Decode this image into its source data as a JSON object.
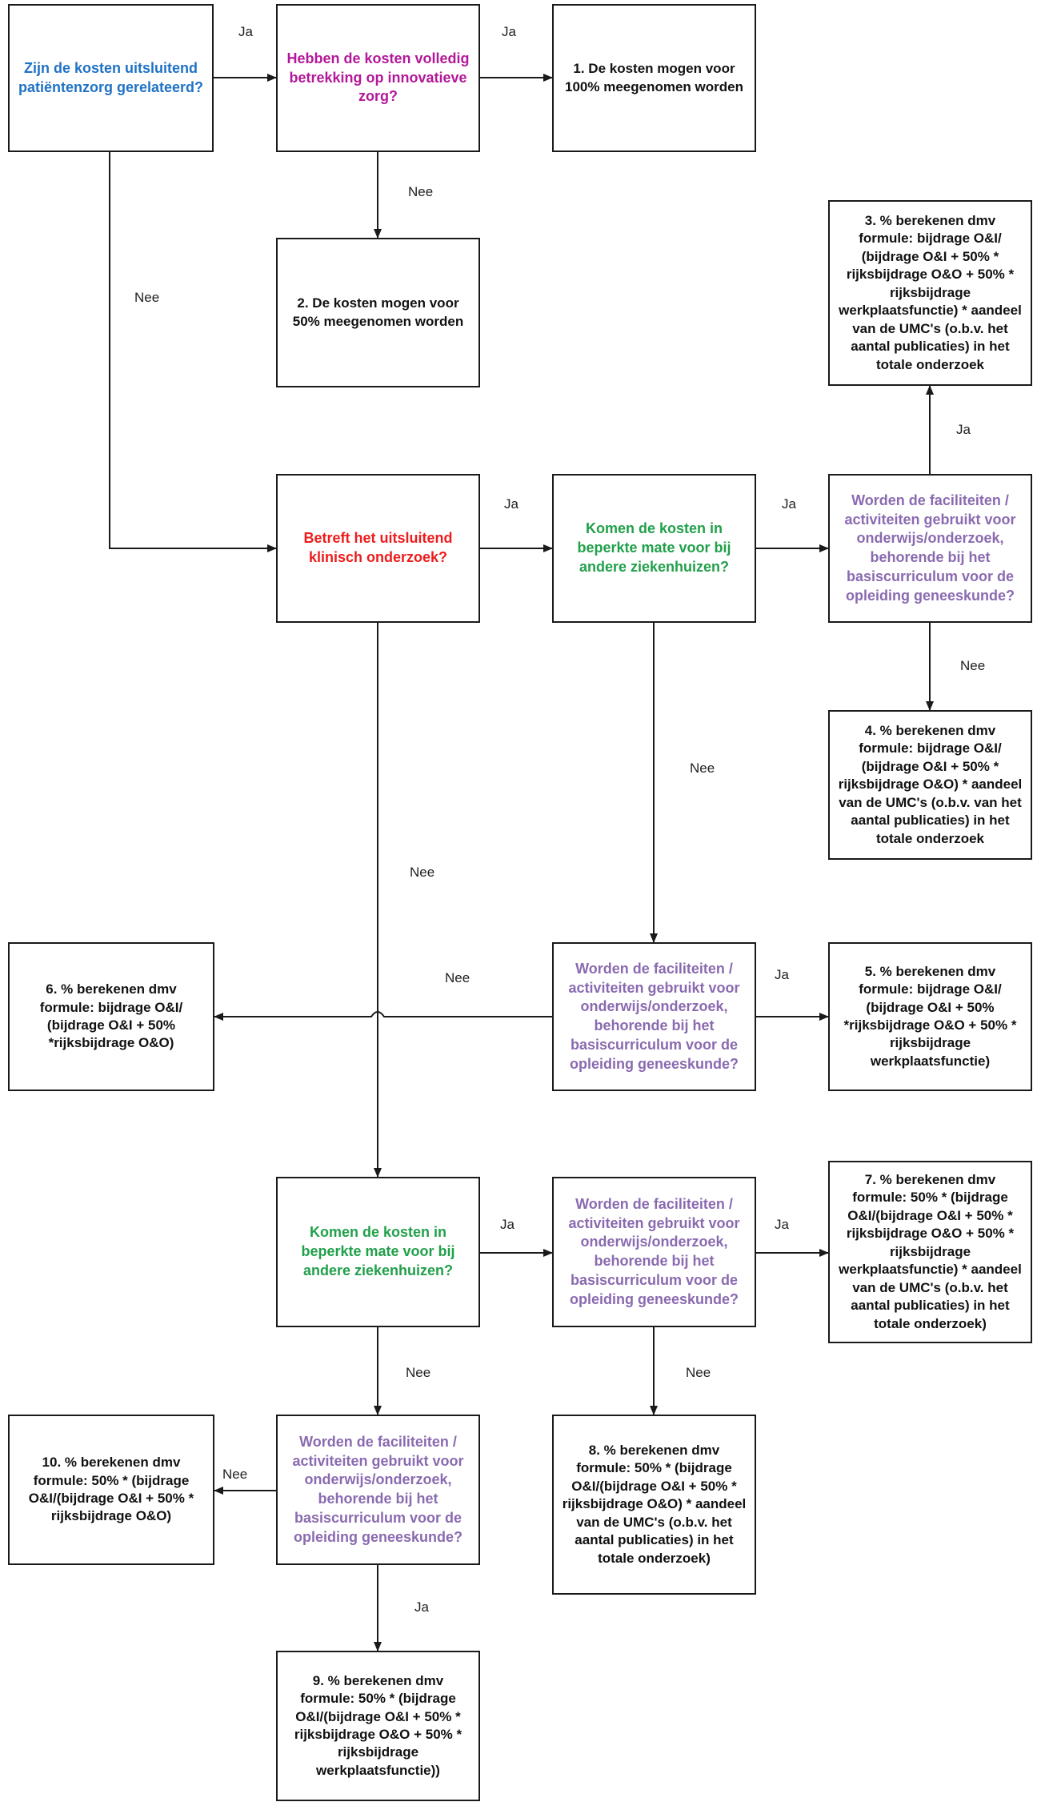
{
  "colors": {
    "line": "#1a1a1a",
    "blue": "#1f72c6",
    "magenta": "#b3189a",
    "red": "#ee1c1c",
    "green": "#21a04a",
    "purple": "#8a6ab0",
    "black": "#111111"
  },
  "nodes": {
    "q_patient": "Zijn de kosten uitsluitend\npatiëntenzorg gerelateerd?",
    "q_innovative": "Hebben de kosten volledig\nbetrekking op innovatieve\nzorg?",
    "r1": "1. De kosten mogen voor\n100% meegenomen worden",
    "r2": "2. De kosten mogen voor\n50% meegenomen worden",
    "r3": "3. % berekenen dmv\nformule: bijdrage O&I/\n(bijdrage O&I + 50% *\nrijksbijdrage O&O + 50% *\nrijksbijdrage\nwerkplaatsfunctie) * aandeel\nvan de UMC's (o.b.v. het\naantal publicaties) in het\ntotale onderzoek",
    "q_clinical": "Betreft het uitsluitend\nklinisch onderzoek?",
    "q_other_hosp_1": "Komen de kosten in\nbeperkte mate voor bij\nandere ziekenhuizen?",
    "q_fac_1": "Worden de faciliteiten /\nactiviteiten gebruikt voor\nonderwijs/onderzoek,\nbehorende bij het\nbasiscurriculum voor de\nopleiding geneeskunde?",
    "r4": "4. % berekenen dmv\nformule: bijdrage O&I/\n(bijdrage O&I + 50% *\nrijksbijdrage O&O) * aandeel\nvan de UMC's (o.b.v. van het\naantal publicaties) in het\ntotale onderzoek",
    "r6": "6. % berekenen dmv\nformule: bijdrage O&I/\n(bijdrage O&I + 50%\n*rijksbijdrage O&O)",
    "q_fac_2": "Worden de faciliteiten /\nactiviteiten gebruikt voor\nonderwijs/onderzoek,\nbehorende bij het\nbasiscurriculum voor de\nopleiding geneeskunde?",
    "r5": "5. % berekenen dmv\nformule: bijdrage O&I/\n(bijdrage O&I + 50%\n*rijksbijdrage O&O + 50% *\nrijksbijdrage\nwerkplaatsfunctie)",
    "q_other_hosp_2": "Komen de kosten in\nbeperkte mate voor bij\nandere ziekenhuizen?",
    "q_fac_3": "Worden de faciliteiten /\nactiviteiten gebruikt voor\nonderwijs/onderzoek,\nbehorende bij het\nbasiscurriculum voor de\nopleiding geneeskunde?",
    "r7": "7. % berekenen dmv\nformule: 50% * (bijdrage\nO&I/(bijdrage O&I + 50% *\nrijksbijdrage O&O + 50% *\nrijksbijdrage\nwerkplaatsfunctie) * aandeel\nvan de UMC's (o.b.v. het\naantal publicaties) in het\ntotale onderzoek)",
    "q_fac_4": "Worden de faciliteiten /\nactiviteiten gebruikt voor\nonderwijs/onderzoek,\nbehorende bij het\nbasiscurriculum voor de\nopleiding geneeskunde?",
    "r8": "8. % berekenen dmv\nformule: 50% * (bijdrage\nO&I/(bijdrage O&I + 50% *\nrijksbijdrage O&O) * aandeel\nvan de UMC's (o.b.v. het\naantal publicaties) in het\ntotale onderzoek)",
    "r10": "10. % berekenen dmv\nformule: 50% * (bijdrage\nO&I/(bijdrage O&I + 50% *\nrijksbijdrage O&O)",
    "r9": "9. % berekenen dmv\nformule: 50% * (bijdrage\nO&I/(bijdrage O&I + 50% *\nrijksbijdrage O&O + 50% *\nrijksbijdrage\nwerkplaatsfunctie))"
  },
  "edge_labels": {
    "patient_innovative": "Ja",
    "innovative_r1": "Ja",
    "innovative_r2": "Nee",
    "patient_clinical": "Nee",
    "r3_link": "Ja",
    "clinical_hosp1": "Ja",
    "hosp1_fac1": "Ja",
    "fac1_r4": "Nee",
    "hosp1_fac2": "Nee",
    "clinical_hosp2": "Nee",
    "fac2_r6": "Nee",
    "fac2_r5": "Ja",
    "hosp2_fac3": "Ja",
    "fac3_r7": "Ja",
    "hosp2_fac4": "Nee",
    "fac3_r8": "Nee",
    "fac4_r10": "Nee",
    "fac4_r9": "Ja"
  }
}
